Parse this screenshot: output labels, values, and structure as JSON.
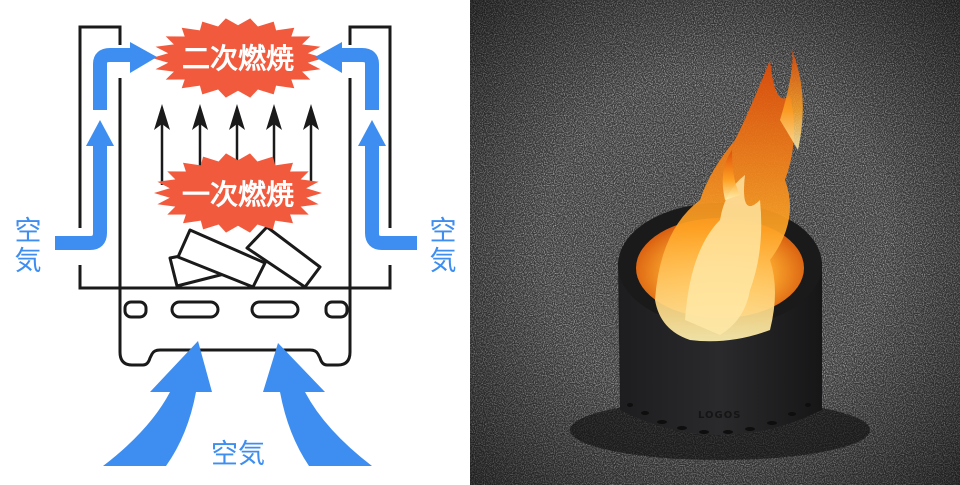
{
  "diagram": {
    "secondary_combustion": "二次燃焼",
    "primary_combustion": "一次燃焼",
    "air_left": "空気",
    "air_right": "空気",
    "air_bottom": "空気",
    "colors": {
      "air": "#3d8ef0",
      "combustion": "#f25a3e",
      "outline": "#1a1a1a"
    }
  },
  "photo": {
    "brand_logo": "LOGOS"
  }
}
